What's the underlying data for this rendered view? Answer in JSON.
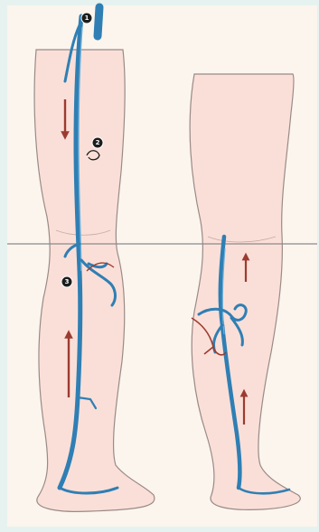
{
  "colors": {
    "frame": "#e6f2ef",
    "panel": "#fbf5ee",
    "skin": "#fadfd8",
    "outline": "#9a8a86",
    "vein": "#2f7fb4",
    "vein_light": "#6fb0d8",
    "flow_arrow": "#9c3b30",
    "divider": "#8a8a8a",
    "marker": "#1d1d1d"
  },
  "markers": {
    "m1": {
      "number": "1",
      "icon": "numbered-circle-icon"
    },
    "m2": {
      "number": "2",
      "icon": "numbered-circle-icon"
    },
    "m3": {
      "number": "3",
      "icon": "numbered-circle-icon"
    }
  },
  "arrows": {
    "left_thigh": "downward-flow-arrow",
    "left_calf": "upward-flow-arrow",
    "right_knee": "upward-flow-arrow",
    "right_calf": "upward-flow-arrow"
  }
}
